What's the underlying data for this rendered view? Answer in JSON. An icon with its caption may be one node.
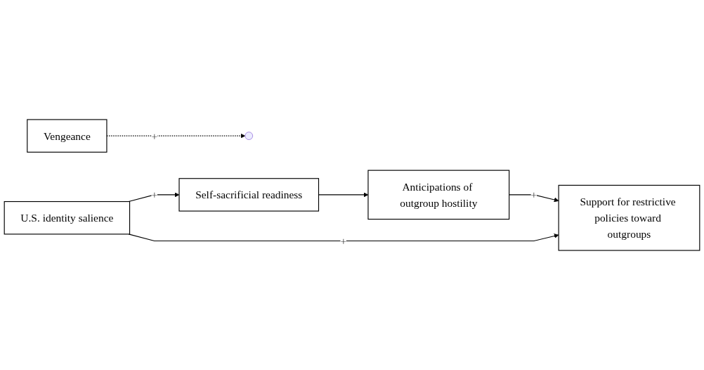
{
  "diagram": {
    "nodes": [
      {
        "text": [
          "Vengeance"
        ]
      },
      {
        "text": [
          "Self-sacrificial readiness"
        ]
      },
      {
        "text": [
          "Anticipations of outgroup hostility"
        ]
      },
      {
        "text": [
          "U.S. identity salience"
        ]
      },
      {
        "text": [
          "Support for restrictive policies toward outgroups"
        ]
      }
    ],
    "edges": [
      {
        "from": 3,
        "to": 1,
        "arrow": "to",
        "label": "+"
      },
      {
        "from": 1,
        "to": 2,
        "arrow": "to"
      },
      {
        "from": 0,
        "to": null,
        "arrow": "to",
        "label": "+",
        "style": "dashed"
      },
      {
        "from": 2,
        "to": 4,
        "arrow": "to",
        "label": "+"
      },
      {
        "from": 3,
        "to": 4,
        "arrow": "to",
        "label": "+"
      }
    ]
  }
}
